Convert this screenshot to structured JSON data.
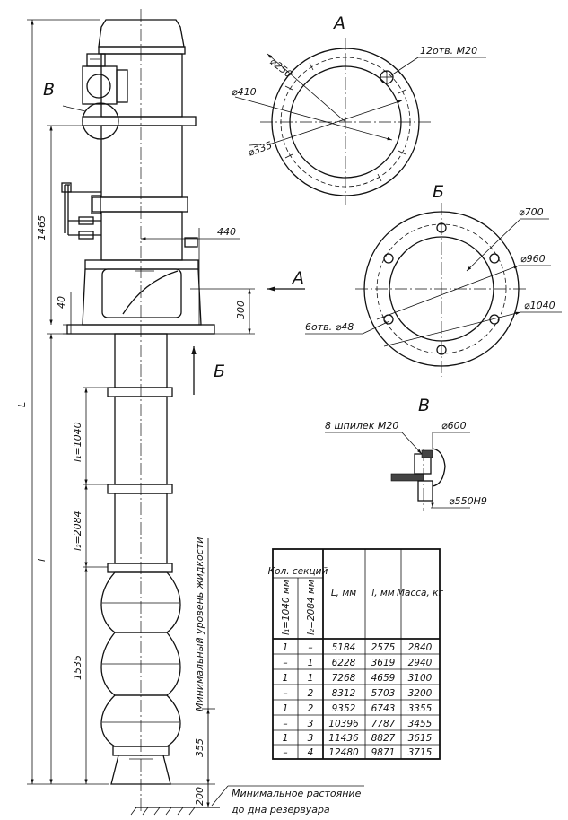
{
  "views": {
    "a": {
      "label": "А",
      "callout": "12отв. М20",
      "d250": "⌀250",
      "d410": "⌀410",
      "d335": "⌀335"
    },
    "b": {
      "label": "Б",
      "d700": "⌀700",
      "d960": "⌀960",
      "d1040": "⌀1040",
      "holes": "6отв. ⌀48"
    },
    "v": {
      "label": "В",
      "studs": "8 шпилек М20",
      "d600": "⌀600",
      "d550": "⌀550Н9"
    }
  },
  "main": {
    "label_v": "В",
    "arrow_a": "А",
    "arrow_b": "Б",
    "dim_1465": "1465",
    "dim_40": "40",
    "dim_440": "440",
    "dim_300": "300",
    "dim_L": "L",
    "dim_l": "l",
    "dim_l1": "l₁=1040",
    "dim_l2": "l₂=2084",
    "dim_1535": "1535",
    "dim_355": "355",
    "dim_200": "200",
    "liquid_level": "Минимальный уровень жидкости",
    "note_line1": "Минимальное растояние",
    "note_line2": "до дна резервуара"
  },
  "table": {
    "header_sections": "Кол. секций",
    "header_col1": "l₁=1040 мм",
    "header_col2": "l₂=2084 мм",
    "header_L": "L, мм",
    "header_l": "l, мм",
    "header_mass": "Масса, кг",
    "rows": [
      [
        "1",
        "–",
        "5184",
        "2575",
        "2840"
      ],
      [
        "–",
        "1",
        "6228",
        "3619",
        "2940"
      ],
      [
        "1",
        "1",
        "7268",
        "4659",
        "3100"
      ],
      [
        "–",
        "2",
        "8312",
        "5703",
        "3200"
      ],
      [
        "1",
        "2",
        "9352",
        "6743",
        "3355"
      ],
      [
        "–",
        "3",
        "10396",
        "7787",
        "3455"
      ],
      [
        "1",
        "3",
        "11436",
        "8827",
        "3615"
      ],
      [
        "–",
        "4",
        "12480",
        "9871",
        "3715"
      ]
    ]
  }
}
